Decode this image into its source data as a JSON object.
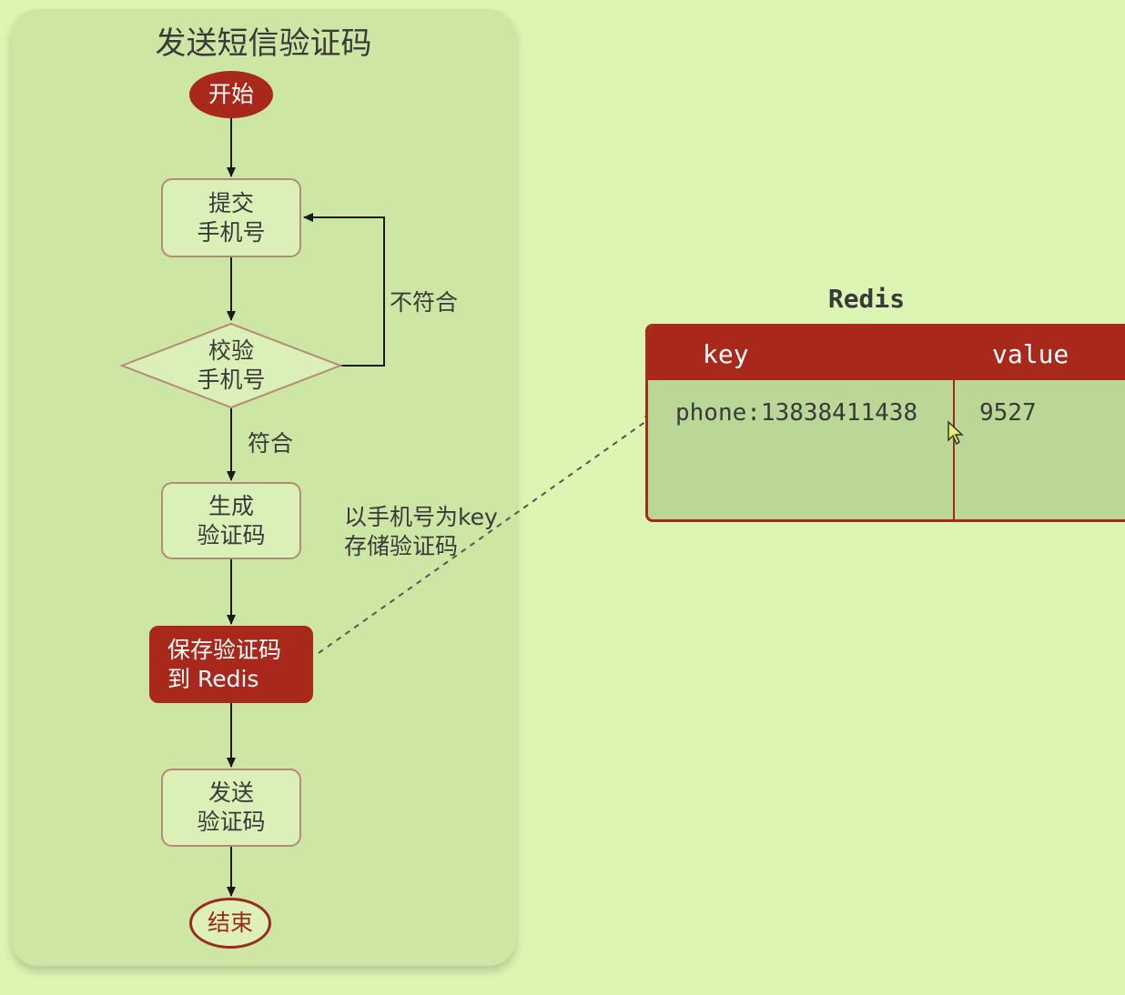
{
  "flowchart": {
    "title": "发送短信验证码",
    "start": "开始",
    "submit_phone": "提交\n手机号",
    "validate_phone": "校验\n手机号",
    "not_match": "不符合",
    "match": "符合",
    "generate_code": "生成\n验证码",
    "save_code": "保存验证码\n到 Redis",
    "send_code": "发送\n验证码",
    "end": "结束"
  },
  "annotation": "以手机号为key\n存储验证码",
  "redis": {
    "title": "Redis",
    "headers": {
      "key": "key",
      "value": "value"
    },
    "rows": [
      {
        "key": "phone:13838411438",
        "value": "9527"
      }
    ]
  },
  "colors": {
    "background": "#dcf5b3",
    "panel": "#cde6a4",
    "accent": "#a8281c"
  }
}
